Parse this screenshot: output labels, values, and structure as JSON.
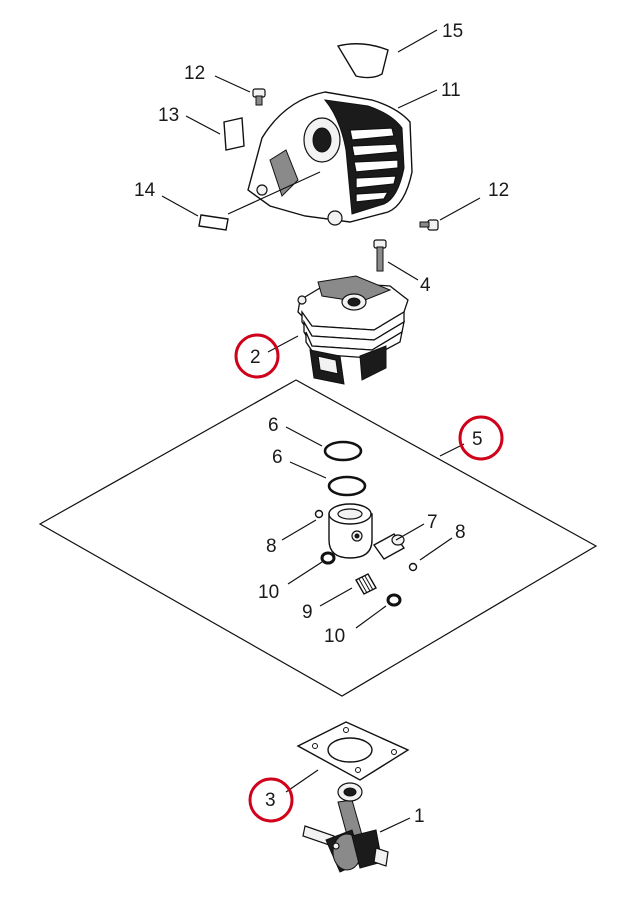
{
  "diagram": {
    "callouts": {
      "c1": "1",
      "c2": "2",
      "c3": "3",
      "c4": "4",
      "c5": "5",
      "c6a": "6",
      "c6b": "6",
      "c7": "7",
      "c8a": "8",
      "c8b": "8",
      "c9": "9",
      "c10a": "10",
      "c10b": "10",
      "c11": "11",
      "c12a": "12",
      "c12b": "12",
      "c13": "13",
      "c14": "14",
      "c15": "15"
    },
    "highlighted_callouts": [
      "2",
      "3",
      "5"
    ],
    "colors": {
      "highlight": "#d0021b",
      "line": "#111111"
    }
  }
}
